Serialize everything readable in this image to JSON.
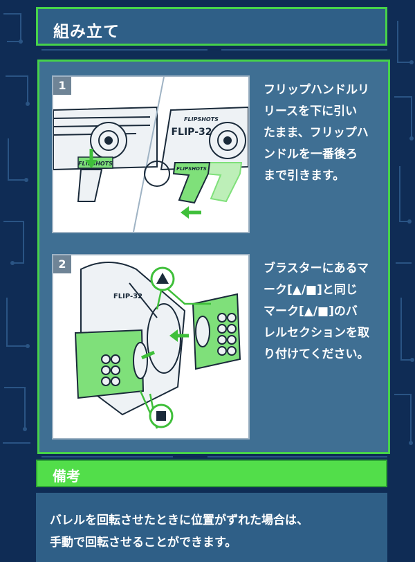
{
  "header": {
    "title": "組み立て"
  },
  "steps": [
    {
      "number": "1",
      "text": "フリップハンドルリ\nリースを下に引い\nたまま、フリップハ\nンドルを一番後ろ\nまで引きます。",
      "image_labels": [
        "FLIPSHOTS",
        "FLIP-32"
      ]
    },
    {
      "number": "2",
      "text": "ブラスターにあるマ\nーク[▲/■]と同じ\nマーク[▲/■]のバ\nレルセクションを取\nり付けてください。",
      "image_labels": [
        "FLIP-32"
      ]
    }
  ],
  "notes": {
    "title": "備考",
    "text": "バレルを回転させたときに位置がずれた場合は、\n手動で回転させることができます。"
  },
  "colors": {
    "background": "#0f2c55",
    "panel": "#3f6f93",
    "accent_green": "#46d24a",
    "part_green": "#7fe07a"
  }
}
